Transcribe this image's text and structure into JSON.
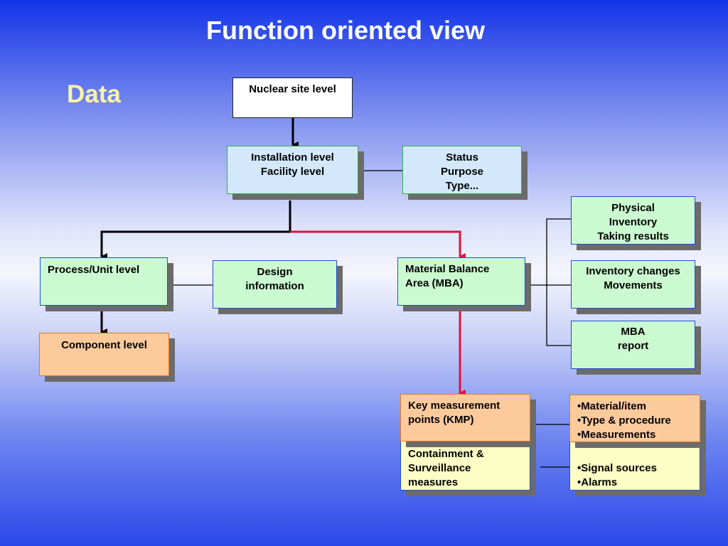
{
  "title": "Function oriented view",
  "subtitle": "Data",
  "nodes": {
    "nuclear_site": "Nuclear site level",
    "installation": "Installation level\nFacility level",
    "status": "Status\nPurpose\nType...",
    "process_unit": "Process/Unit level",
    "design_info": "Design\ninformation",
    "mba": "Material Balance\nArea (MBA)",
    "physical_inventory": "Physical\nInventory\nTaking results",
    "inventory_changes": "Inventory changes\nMovements",
    "mba_report": "MBA\nreport",
    "component": "Component level",
    "kmp": "Key measurement\npoints (KMP)",
    "material_item": "•Material/item\n•Type & procedure\n•Measurements",
    "containment": "Containment &\nSurveillance\nmeasures",
    "signal_sources": "•Signal sources\n•Alarms"
  },
  "colors": {
    "highlight_connector": "#e0123c",
    "primary_connector": "#000000"
  }
}
